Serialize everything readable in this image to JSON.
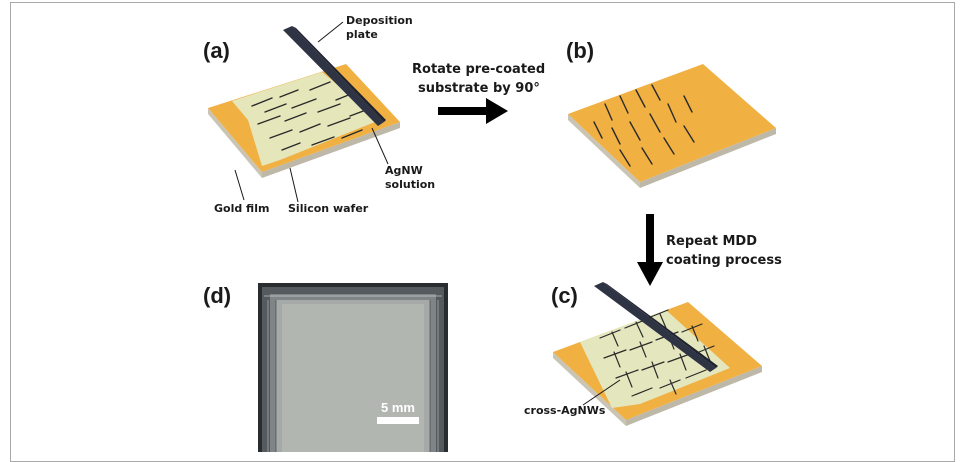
{
  "panels": {
    "a": "(a)",
    "b": "(b)",
    "c": "(c)",
    "d": "(d)"
  },
  "labels": {
    "deposition_plate_1": "Deposition",
    "deposition_plate_2": "plate",
    "agnw_solution_1": "AgNW",
    "agnw_solution_2": "solution",
    "gold_film": "Gold film",
    "silicon_wafer": "Silicon wafer",
    "rotate_1": "Rotate pre-coated",
    "rotate_2": "substrate by 90°",
    "repeat_1": "Repeat MDD",
    "repeat_2": "coating process",
    "cross_agnws": "cross-AgNWs",
    "scale_bar": "5 mm"
  },
  "colors": {
    "gold": "#f0b042",
    "gold_side": "#c9c4b4",
    "solution": "#e3ecc8",
    "plate": "#2f3445",
    "wire": "#2a2a2a",
    "arrow": "#000000"
  }
}
